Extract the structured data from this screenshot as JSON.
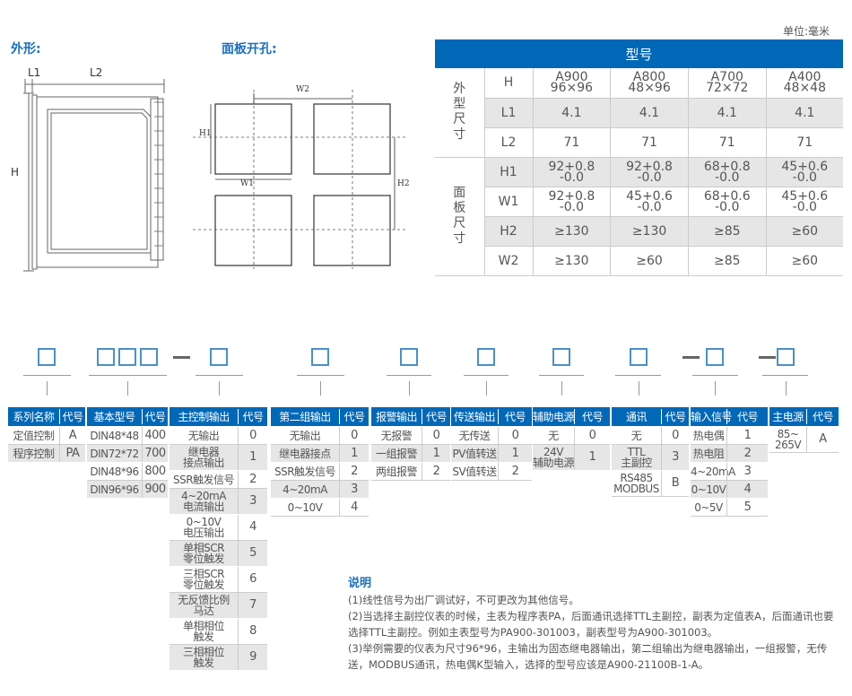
{
  "unit_label": "单位:毫米",
  "outline_title": "外形:",
  "cutout_title": "面板开孔:",
  "outline_labels": {
    "l1": "L1",
    "l2": "L2",
    "h": "H"
  },
  "cutout_labels": {
    "w2": "W2",
    "h1": "H1",
    "w1": "W1",
    "h2": "H2"
  },
  "spec_table": {
    "header": "型号",
    "group_outer": "外\n型\n尺\n寸",
    "group_panel": "面\n板\n尺\n寸",
    "rows": [
      {
        "label": "H",
        "values": [
          "A900\n96×96",
          "A800\n48×96",
          "A700\n72×72",
          "A400\n48×48"
        ]
      },
      {
        "label": "L1",
        "values": [
          "4.1",
          "4.1",
          "4.1",
          "4.1"
        ]
      },
      {
        "label": "L2",
        "values": [
          "71",
          "71",
          "71",
          "71"
        ]
      },
      {
        "label": "H1",
        "values": [
          "92+0.8\n   -0.0",
          "92+0.8\n   -0.0",
          "68+0.8\n   -0.0",
          "45+0.6\n   -0.0"
        ]
      },
      {
        "label": "W1",
        "values": [
          "92+0.8\n   -0.0",
          "45+0.6\n   -0.0",
          "68+0.6\n   -0.0",
          "45+0.6\n   -0.0"
        ]
      },
      {
        "label": "H2",
        "values": [
          "≥130",
          "≥130",
          "≥85",
          "≥60"
        ]
      },
      {
        "label": "W2",
        "values": [
          "≥130",
          "≥60",
          "≥85",
          "≥60"
        ]
      }
    ]
  },
  "selection_tables": [
    {
      "name": "系列名称",
      "code": "代号",
      "rows": [
        [
          "定值控制",
          "A"
        ],
        [
          "程序控制",
          "PA"
        ]
      ]
    },
    {
      "name": "基本型号",
      "code": "代号",
      "rows": [
        [
          "DIN48*48",
          "400"
        ],
        [
          "DIN72*72",
          "700"
        ],
        [
          "DIN48*96",
          "800"
        ],
        [
          "DIN96*96",
          "900"
        ]
      ]
    },
    {
      "name": "主控制输出",
      "code": "代号",
      "rows": [
        [
          "无输出",
          "0"
        ],
        [
          "继电器\n接点输出",
          "1"
        ],
        [
          "SSR触发信号",
          "2"
        ],
        [
          "4~20mA\n电流输出",
          "3"
        ],
        [
          "0~10V\n电压输出",
          "4"
        ],
        [
          "单相SCR\n零位触发",
          "5"
        ],
        [
          "三相SCR\n零位触发",
          "6"
        ],
        [
          "无反馈比例\n马达",
          "7"
        ],
        [
          "单相相位\n触发",
          "8"
        ],
        [
          "三相相位\n触发",
          "9"
        ]
      ]
    },
    {
      "name": "第二组输出",
      "code": "代号",
      "rows": [
        [
          "无输出",
          "0"
        ],
        [
          "继电器接点",
          "1"
        ],
        [
          "SSR触发信号",
          "2"
        ],
        [
          "4~20mA",
          "3"
        ],
        [
          "0~10V",
          "4"
        ]
      ]
    },
    {
      "name": "报警输出",
      "code": "代号",
      "rows": [
        [
          "无报警",
          "0"
        ],
        [
          "一组报警",
          "1"
        ],
        [
          "两组报警",
          "2"
        ]
      ]
    },
    {
      "name": "传送输出",
      "code": "代号",
      "rows": [
        [
          "无传送",
          "0"
        ],
        [
          "PV值转送",
          "1"
        ],
        [
          "SV值转送",
          "2"
        ]
      ]
    },
    {
      "name": "辅助电源",
      "code": "代号",
      "rows": [
        [
          "无",
          "0"
        ],
        [
          "24V\n辅助电源",
          "1"
        ]
      ]
    },
    {
      "name": "通讯",
      "code": "代号",
      "rows": [
        [
          "无",
          "0"
        ],
        [
          "TTL\n主副控",
          "3"
        ],
        [
          "RS485\nMODBUS",
          "B"
        ]
      ]
    },
    {
      "name": "输入信号",
      "code": "代号",
      "rows": [
        [
          "热电偶",
          "1"
        ],
        [
          "热电阻",
          "2"
        ],
        [
          "4~20mA",
          "3"
        ],
        [
          "0~10V",
          "4"
        ],
        [
          "0~5V",
          "5"
        ]
      ]
    },
    {
      "name": "主电源",
      "code": "代号",
      "rows": [
        [
          "85~\n265V",
          "A"
        ]
      ]
    }
  ],
  "notes": {
    "title": "说明",
    "lines": [
      "(1)线性信号为出厂调试好，不可更改为其他信号。",
      "(2)当选择主副控仪表的时候，主表为程序表PA，后面通讯选择TTL主副控，副表为定值表A，后面通讯也要选择TTL主副控。例如主表型号为PA900-301003，副表型号为A900-301003。",
      "(3)举例需要的仪表为尺寸96*96，主输出为固态继电器输出，第二组输出为继电器输出，一组报警，无传送，MODBUS通讯，热电偶K型输入，选择的型号应该是A900-21100B-1-A。"
    ]
  },
  "colors": {
    "brand": "#0068b7",
    "row_gray": "#e6e6e6"
  }
}
